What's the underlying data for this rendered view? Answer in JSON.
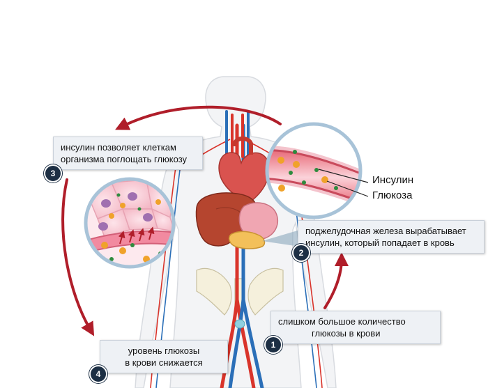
{
  "steps": [
    {
      "number": "1",
      "lines": [
        "слишком большое количество",
        "глюкозы в крови"
      ]
    },
    {
      "number": "2",
      "lines": [
        "поджелудочная железа вырабатывает",
        "инсулин, который попадает в кровь"
      ]
    },
    {
      "number": "3",
      "lines": [
        "инсулин позволяет клеткам",
        "организма поглощать глюкозу"
      ]
    },
    {
      "number": "4",
      "lines": [
        "уровень глюкозы",
        "в крови снижается"
      ]
    }
  ],
  "legend": {
    "insulin": "Инсулин",
    "glucose": "Глюкоза"
  },
  "colors": {
    "arrow": "#b01e2a",
    "artery": "#d9342b",
    "vein": "#2b6fb8",
    "insulin_dot": "#2e8b3e",
    "glucose_dot": "#f0a22a",
    "badge": "#1d2f44",
    "callout_bg": "#eef1f5"
  }
}
